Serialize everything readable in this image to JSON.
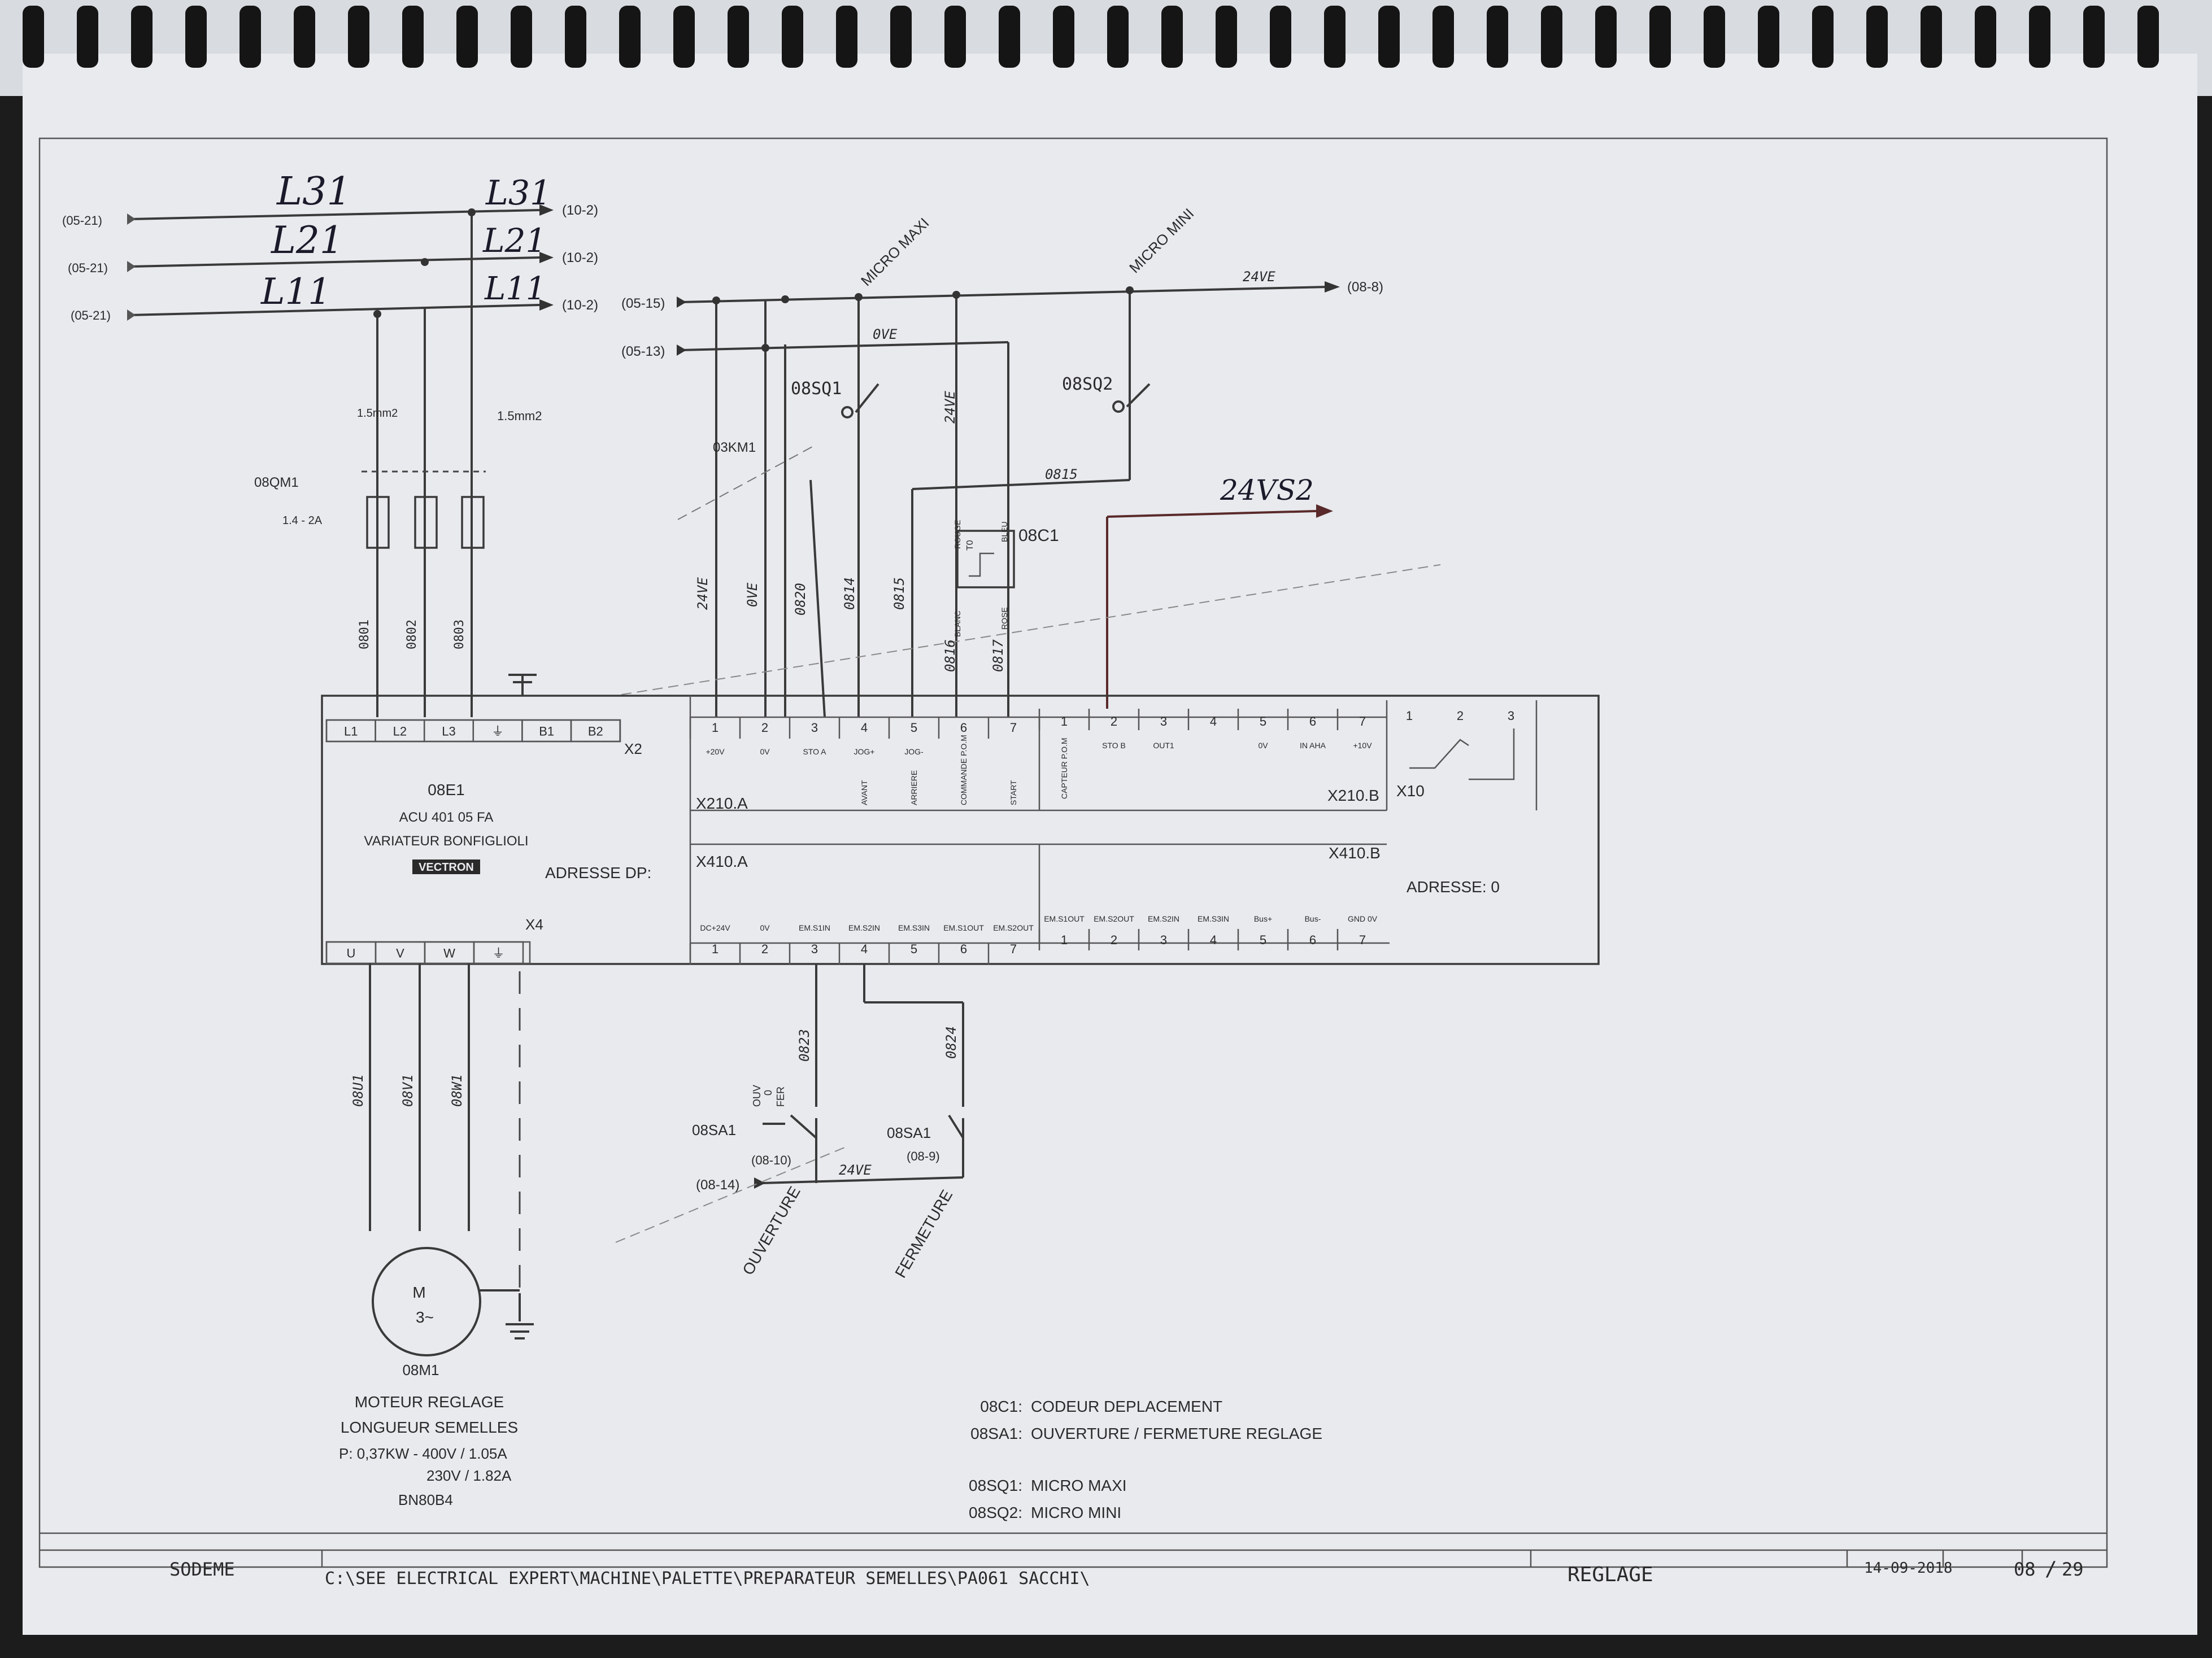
{
  "handwritten": {
    "l31": "L31",
    "l21": "L21",
    "l11": "L11",
    "l31b": "L31",
    "l21b": "L21",
    "l11b": "L11",
    "v24s2": "24VS2"
  },
  "refs": {
    "in1": "(05-21)",
    "in2": "(05-21)",
    "in3": "(05-21)",
    "out1": "(10-2)",
    "out2": "(10-2)",
    "out3": "(10-2)",
    "r0515": "(05-15)",
    "r0513": "(05-13)",
    "r088": "(08-8)",
    "r0810": "(08-10)",
    "r089": "(08-9)",
    "r0814": "(08-14)"
  },
  "labels": {
    "micro_maxi": "MICRO MAXI",
    "micro_mini": "MICRO MINI",
    "v24ve": "24VE",
    "v0ve": "0VE",
    "sq1": "08SQ1",
    "sq2": "08SQ2",
    "km1": "03KM1",
    "qm1": "08QM1",
    "qm1_range": "1.4 - 2A",
    "c1": "08C1",
    "t0": "T0",
    "rouge": "ROUGE",
    "bleu": "BLEU",
    "blanc": "BLANC",
    "rose": "ROSE",
    "wire_0815": "0815",
    "cable": "1.5mm2",
    "w0801": "0801",
    "w0802": "0802",
    "w0803": "0803",
    "w24ve": "24VE",
    "w0ve": "0VE",
    "w0820": "0820",
    "w0814": "0814",
    "w0815": "0815",
    "w0816": "0816",
    "w0817": "0817",
    "w0823": "0823",
    "w0824": "0824",
    "w08u1": "08U1",
    "w08v1": "08V1",
    "w08w1": "08W1",
    "sa1a": "08SA1",
    "sa1b": "08SA1",
    "ouv": "OUV",
    "zero": "0",
    "fer": "FER",
    "w24ve2": "24VE",
    "ouverture": "OUVERTURE",
    "fermeture": "FERMETURE",
    "e1": "08E1",
    "e1_model": "ACU 401 05 FA",
    "e1_desc": "VARIATEUR BONFIGLIOLI",
    "vectron": "VECTRON",
    "adresse_dp": "ADRESSE DP:",
    "adresse": "ADRESSE:  0",
    "x2": "X2",
    "x4": "X4",
    "x210a": "X210.A",
    "x210b": "X210.B",
    "x10": "X10",
    "x410a": "X410.A",
    "x410b": "X410.B",
    "m1": "08M1",
    "motor_m": "M",
    "motor_3": "3~",
    "mot1": "MOTEUR REGLAGE",
    "mot2": "LONGUEUR SEMELLES",
    "mot3": "P: 0,37KW - 400V / 1.05A",
    "mot4": "230V / 1.82A",
    "mot5": "BN80B4"
  },
  "x2_terms": [
    "L1",
    "L2",
    "L3",
    "⏚",
    "B1",
    "B2"
  ],
  "x4_terms": [
    "U",
    "V",
    "W",
    "⏚"
  ],
  "x210a": {
    "nums": [
      "1",
      "2",
      "3",
      "4",
      "5",
      "6",
      "7"
    ],
    "sub": [
      "+20V",
      "0V",
      "STO A",
      "JOG+",
      "JOG-",
      "",
      ""
    ],
    "vert": [
      "",
      "",
      "",
      "AVANT",
      "ARRIERE",
      "COMMANDE P.O.M",
      "START"
    ]
  },
  "x210b": {
    "nums": [
      "1",
      "2",
      "3",
      "4",
      "5",
      "6",
      "7"
    ],
    "sub": [
      "",
      "STO B",
      "OUT1",
      "",
      "0V",
      "IN AHA",
      "+10V"
    ],
    "vert": [
      "CAPTEUR P.O.M",
      "",
      "",
      "",
      "",
      "",
      ""
    ]
  },
  "x10_nums": [
    "1",
    "2",
    "3"
  ],
  "x410a": {
    "nums": [
      "1",
      "2",
      "3",
      "4",
      "5",
      "6",
      "7"
    ],
    "sub": [
      "DC+24V",
      "0V",
      "EM.S1IN",
      "EM.S2IN",
      "EM.S3IN",
      "EM.S1OUT",
      "EM.S2OUT"
    ]
  },
  "x410b": {
    "nums": [
      "1",
      "2",
      "3",
      "4",
      "5",
      "6",
      "7"
    ],
    "sub": [
      "EM.S1OUT",
      "EM.S2OUT",
      "EM.S2IN",
      "EM.S3IN",
      "Bus+",
      "Bus-",
      "GND 0V"
    ]
  },
  "legend": [
    {
      "code": "08C1:",
      "desc": "CODEUR DEPLACEMENT"
    },
    {
      "code": "08SA1:",
      "desc": "OUVERTURE / FERMETURE REGLAGE"
    },
    {
      "code": "08SQ1:",
      "desc": "MICRO MAXI"
    },
    {
      "code": "08SQ2:",
      "desc": "MICRO MINI"
    }
  ],
  "title_block": {
    "company": "SODEME",
    "path": "C:\\SEE ELECTRICAL EXPERT\\MACHINE\\PALETTE\\PREPARATEUR SEMELLES\\PA061 SACCHI\\",
    "title": "REGLAGE",
    "date": "14-09-2018",
    "page": "08",
    "total": "29"
  }
}
